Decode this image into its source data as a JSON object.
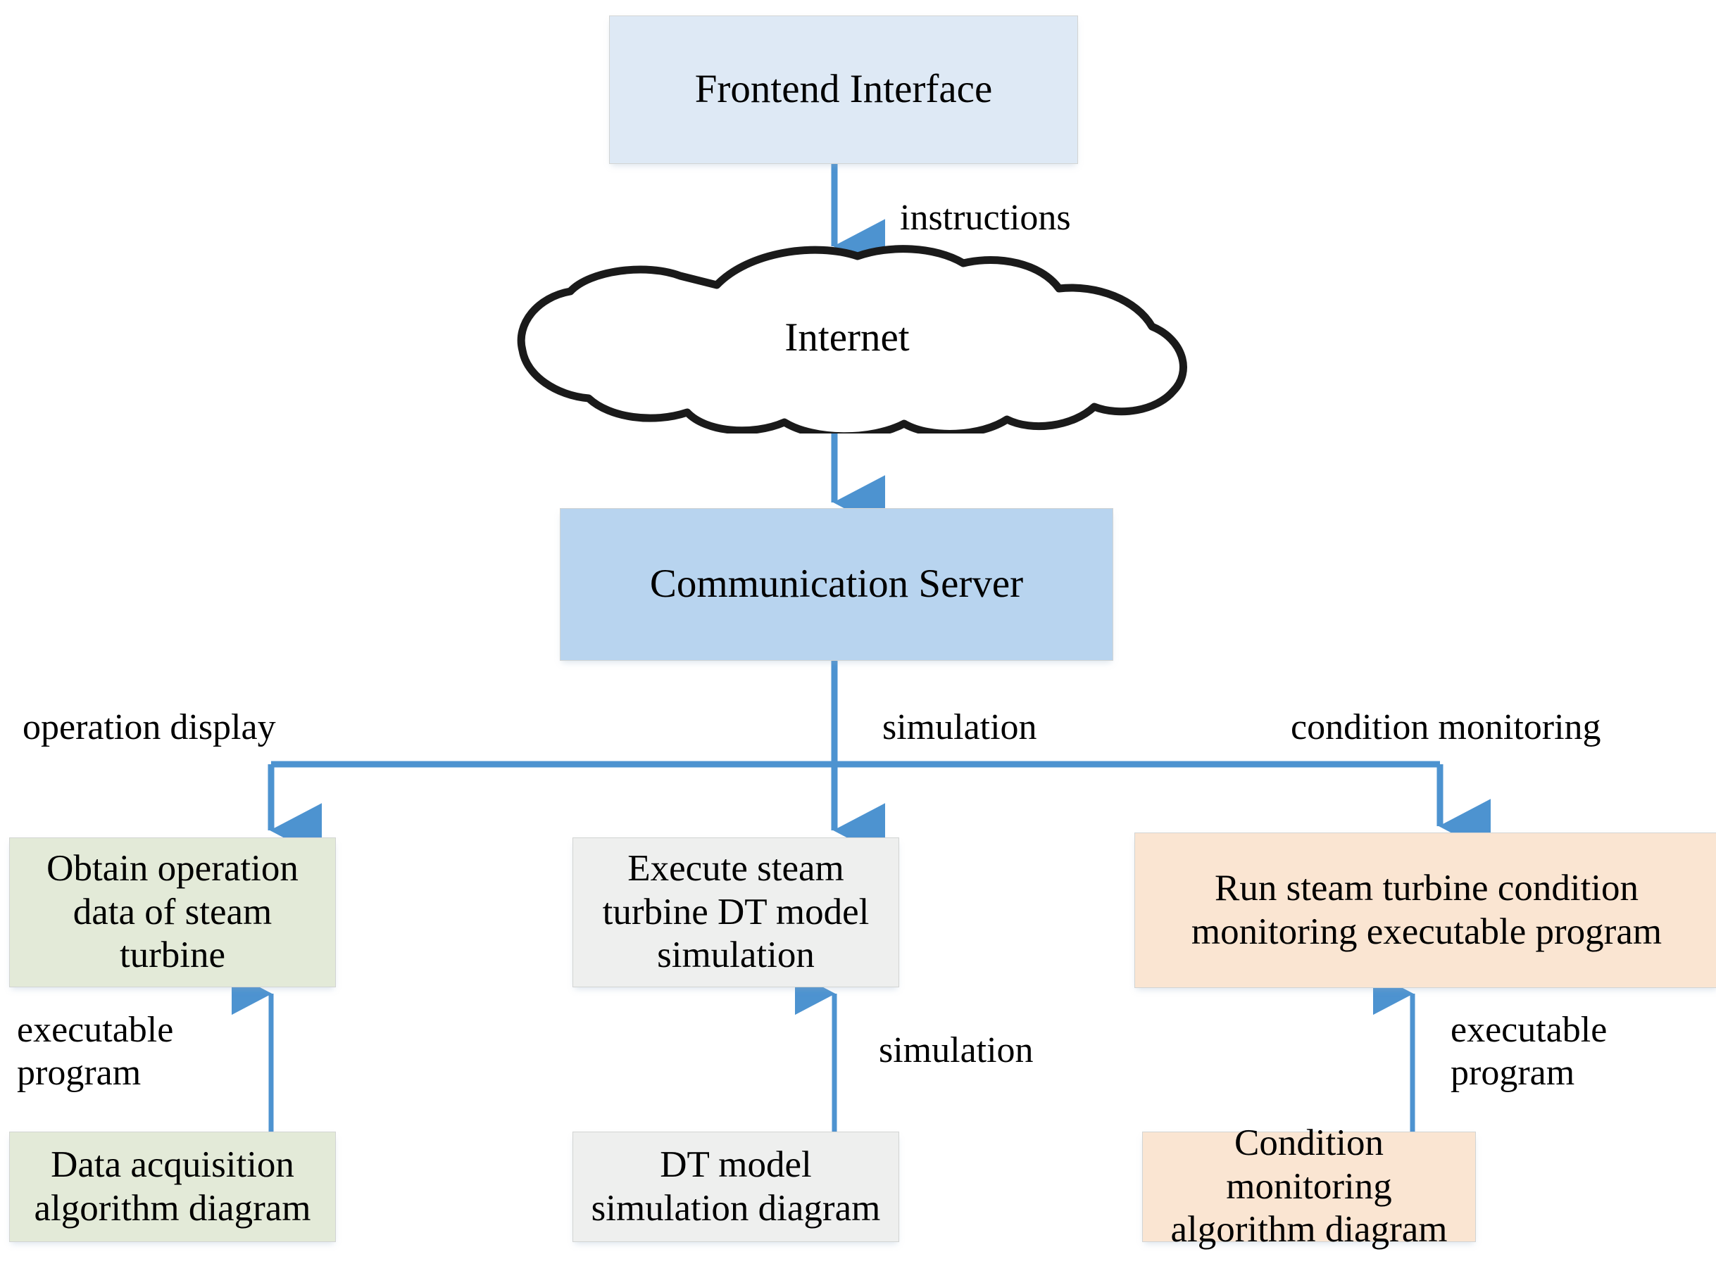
{
  "diagram": {
    "title": "Steam turbine digital twin system architecture flow",
    "colors": {
      "arrow_blue": "#4d93d0",
      "frontend_fill": "#dee9f5",
      "server_fill": "#b8d4ef",
      "green_fill": "#e3ead8",
      "gray_fill": "#eeefee",
      "orange_fill": "#fae5d2",
      "cloud_stroke": "#1a1a1a",
      "text": "#000000"
    },
    "nodes": {
      "frontend": "Frontend Interface",
      "cloud": "Internet",
      "server": "Communication Server",
      "obtain_data": "Obtain operation data of steam turbine",
      "execute_simulation": "Execute steam turbine DT model simulation",
      "run_monitoring": "Run steam turbine condition monitoring executable program",
      "data_acquisition": "Data acquisition algorithm diagram",
      "dt_model_simulation": "DT model simulation diagram",
      "condition_algorithm": "Condition monitoring algorithm diagram"
    },
    "edge_labels": {
      "instructions": "instructions",
      "operation_display": "operation display",
      "simulation_top": "simulation",
      "condition_monitoring": "condition monitoring",
      "executable_program_left": "executable\nprogram",
      "simulation_mid": "simulation",
      "executable_program_right": "executable\nprogram"
    }
  }
}
